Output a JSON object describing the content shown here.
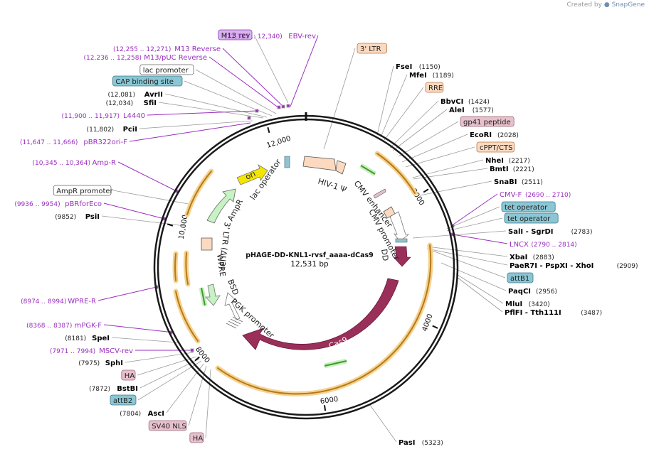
{
  "plasmid": {
    "name": "pHAGE-DD-KNL1-rvsf_aaaa-dCas9",
    "size_label": "12,531 bp",
    "total_bp": 12531
  },
  "watermark": {
    "prefix": "Created by",
    "brand": "SnapGene"
  },
  "colors": {
    "primer": "#9b2fc0",
    "enzyme": "#000000",
    "backbone": "#1a1a1a",
    "cas9": "#9a2f5a",
    "ltr": "#fcd9bf",
    "misc_blue": "#8ac6d4",
    "pink": "#e6c0cc",
    "orange_track": "#f0a23a",
    "green_track": "#3e9b2b",
    "ori": "#f5e600",
    "ampr": "#c7f2c3"
  },
  "ticks": [
    {
      "label": "2000",
      "bp": 2000
    },
    {
      "label": "4000",
      "bp": 4000
    },
    {
      "label": "6000",
      "bp": 6000
    },
    {
      "label": "8000",
      "bp": 8000
    },
    {
      "label": "10,000",
      "bp": 10000
    },
    {
      "label": "12,000",
      "bp": 12000
    }
  ],
  "features": [
    {
      "name": "HIV-1 Ψ",
      "type": "label_inside"
    },
    {
      "name": "CMV enhancer",
      "type": "label_inside"
    },
    {
      "name": "CMV promoter",
      "type": "label_inside"
    },
    {
      "name": "DD",
      "type": "label_inside"
    },
    {
      "name": "Cas9",
      "type": "label_on_arc"
    },
    {
      "name": "PGK promoter",
      "type": "label_inside"
    },
    {
      "name": "BSD",
      "type": "label_inside"
    },
    {
      "name": "WPRE",
      "type": "label_inside"
    },
    {
      "name": "3' LTR (ΔU3)",
      "type": "label_inside"
    },
    {
      "name": "AmpR",
      "type": "label_inside"
    },
    {
      "name": "ori",
      "type": "label_on_arc"
    },
    {
      "name": "lac operator",
      "type": "label_inside"
    }
  ],
  "right_labels": [
    {
      "name": "3' LTR",
      "pos": "",
      "style": "box",
      "box": "ltr"
    },
    {
      "name": "FseI",
      "pos": "(1150)",
      "style": "enzyme"
    },
    {
      "name": "MfeI",
      "pos": "(1189)",
      "style": "enzyme"
    },
    {
      "name": "RRE",
      "pos": "",
      "style": "box",
      "box": "ltr"
    },
    {
      "name": "BbvCI",
      "pos": "(1424)",
      "style": "enzyme"
    },
    {
      "name": "AleI",
      "pos": "(1577)",
      "style": "enzyme"
    },
    {
      "name": "gp41 peptide",
      "pos": "",
      "style": "box",
      "box": "pink"
    },
    {
      "name": "EcoRI",
      "pos": "(2028)",
      "style": "enzyme"
    },
    {
      "name": "cPPT/CTS",
      "pos": "",
      "style": "box",
      "box": "ltr"
    },
    {
      "name": "NheI",
      "pos": "(2217)",
      "style": "enzyme"
    },
    {
      "name": "BmtI",
      "pos": "(2221)",
      "style": "enzyme"
    },
    {
      "name": "SnaBI",
      "pos": "(2511)",
      "style": "enzyme"
    },
    {
      "name": "CMV-F",
      "pos": "(2690 .. 2710)",
      "style": "primer"
    },
    {
      "name": "tet operator",
      "pos": "",
      "style": "box",
      "box": "misc_blue"
    },
    {
      "name": "tet operator",
      "pos": "",
      "style": "box",
      "box": "misc_blue"
    },
    {
      "name": "SalI  - SgrDI",
      "pos": "(2783)",
      "style": "enzyme"
    },
    {
      "name": "LNCX",
      "pos": "(2790 .. 2814)",
      "style": "primer"
    },
    {
      "name": "XbaI",
      "pos": "(2883)",
      "style": "enzyme"
    },
    {
      "name": "PaeR7I  - PspXI  - XhoI",
      "pos": "(2909)",
      "style": "enzyme"
    },
    {
      "name": "attB1",
      "pos": "",
      "style": "box",
      "box": "misc_blue"
    },
    {
      "name": "PaqCI",
      "pos": "(2956)",
      "style": "enzyme"
    },
    {
      "name": "MluI",
      "pos": "(3420)",
      "style": "enzyme"
    },
    {
      "name": "PflFI  - Tth111I",
      "pos": "(3487)",
      "style": "enzyme"
    },
    {
      "name": "PasI",
      "pos": "(5323)",
      "style": "enzyme"
    }
  ],
  "left_labels": [
    {
      "name": "M13 rev",
      "pos": "",
      "style": "box",
      "box": "primer_box"
    },
    {
      "name": "EBV-rev",
      "pos": "(12,321 .. 12,340)",
      "style": "primer"
    },
    {
      "name": "M13 Reverse",
      "pos": "(12,255 .. 12,271)",
      "style": "primer"
    },
    {
      "name": "M13/pUC Reverse",
      "pos": "(12,236 .. 12,258)",
      "style": "primer"
    },
    {
      "name": "lac promoter",
      "pos": "",
      "style": "box",
      "box": "white"
    },
    {
      "name": "CAP binding site",
      "pos": "",
      "style": "box",
      "box": "misc_blue"
    },
    {
      "name": "AvrII",
      "pos": "(12,081)",
      "style": "enzyme"
    },
    {
      "name": "SfiI",
      "pos": "(12,034)",
      "style": "enzyme"
    },
    {
      "name": "L4440",
      "pos": "(11,900 .. 11,917)",
      "style": "primer"
    },
    {
      "name": "PciI",
      "pos": "(11,802)",
      "style": "enzyme"
    },
    {
      "name": "pBR322ori-F",
      "pos": "(11,647 .. 11,666)",
      "style": "primer"
    },
    {
      "name": "Amp-R",
      "pos": "(10,345 .. 10,364)",
      "style": "primer"
    },
    {
      "name": "AmpR promoter",
      "pos": "",
      "style": "box",
      "box": "white"
    },
    {
      "name": "pBRforEco",
      "pos": "(9936 .. 9954)",
      "style": "primer"
    },
    {
      "name": "PsiI",
      "pos": "(9852)",
      "style": "enzyme"
    },
    {
      "name": "WPRE-R",
      "pos": "(8974 .. 8994)",
      "style": "primer"
    },
    {
      "name": "mPGK-F",
      "pos": "(8368 .. 8387)",
      "style": "primer"
    },
    {
      "name": "SpeI",
      "pos": "(8181)",
      "style": "enzyme"
    },
    {
      "name": "MSCV-rev",
      "pos": "(7971 .. 7994)",
      "style": "primer"
    },
    {
      "name": "SphI",
      "pos": "(7975)",
      "style": "enzyme"
    },
    {
      "name": "HA",
      "pos": "",
      "style": "box",
      "box": "pink"
    },
    {
      "name": "BstBI",
      "pos": "(7872)",
      "style": "enzyme"
    },
    {
      "name": "attB2",
      "pos": "",
      "style": "box",
      "box": "misc_blue"
    },
    {
      "name": "AscI",
      "pos": "(7804)",
      "style": "enzyme"
    },
    {
      "name": "SV40 NLS",
      "pos": "",
      "style": "box",
      "box": "pink"
    },
    {
      "name": "HA",
      "pos": "",
      "style": "box",
      "box": "pink"
    }
  ]
}
